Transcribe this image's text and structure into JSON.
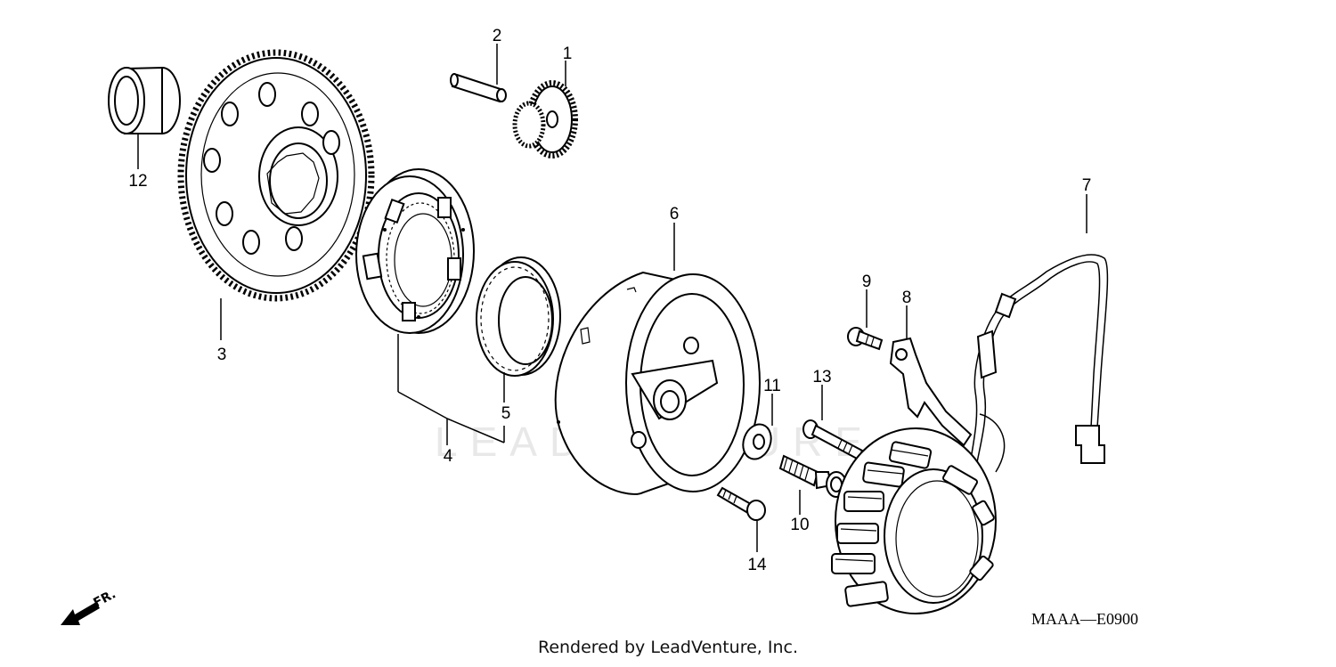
{
  "watermark": "LEADVENTURE",
  "diagram_code": "MAAA—E0900",
  "footer": "Rendered by LeadVenture, Inc.",
  "front_indicator": "FR.",
  "callouts": {
    "c1": "1",
    "c2": "2",
    "c3": "3",
    "c4": "4",
    "c5": "5",
    "c6": "6",
    "c7": "7",
    "c8": "8",
    "c9": "9",
    "c10": "10",
    "c11": "11",
    "c12": "12",
    "c13": "13",
    "c14": "14"
  }
}
